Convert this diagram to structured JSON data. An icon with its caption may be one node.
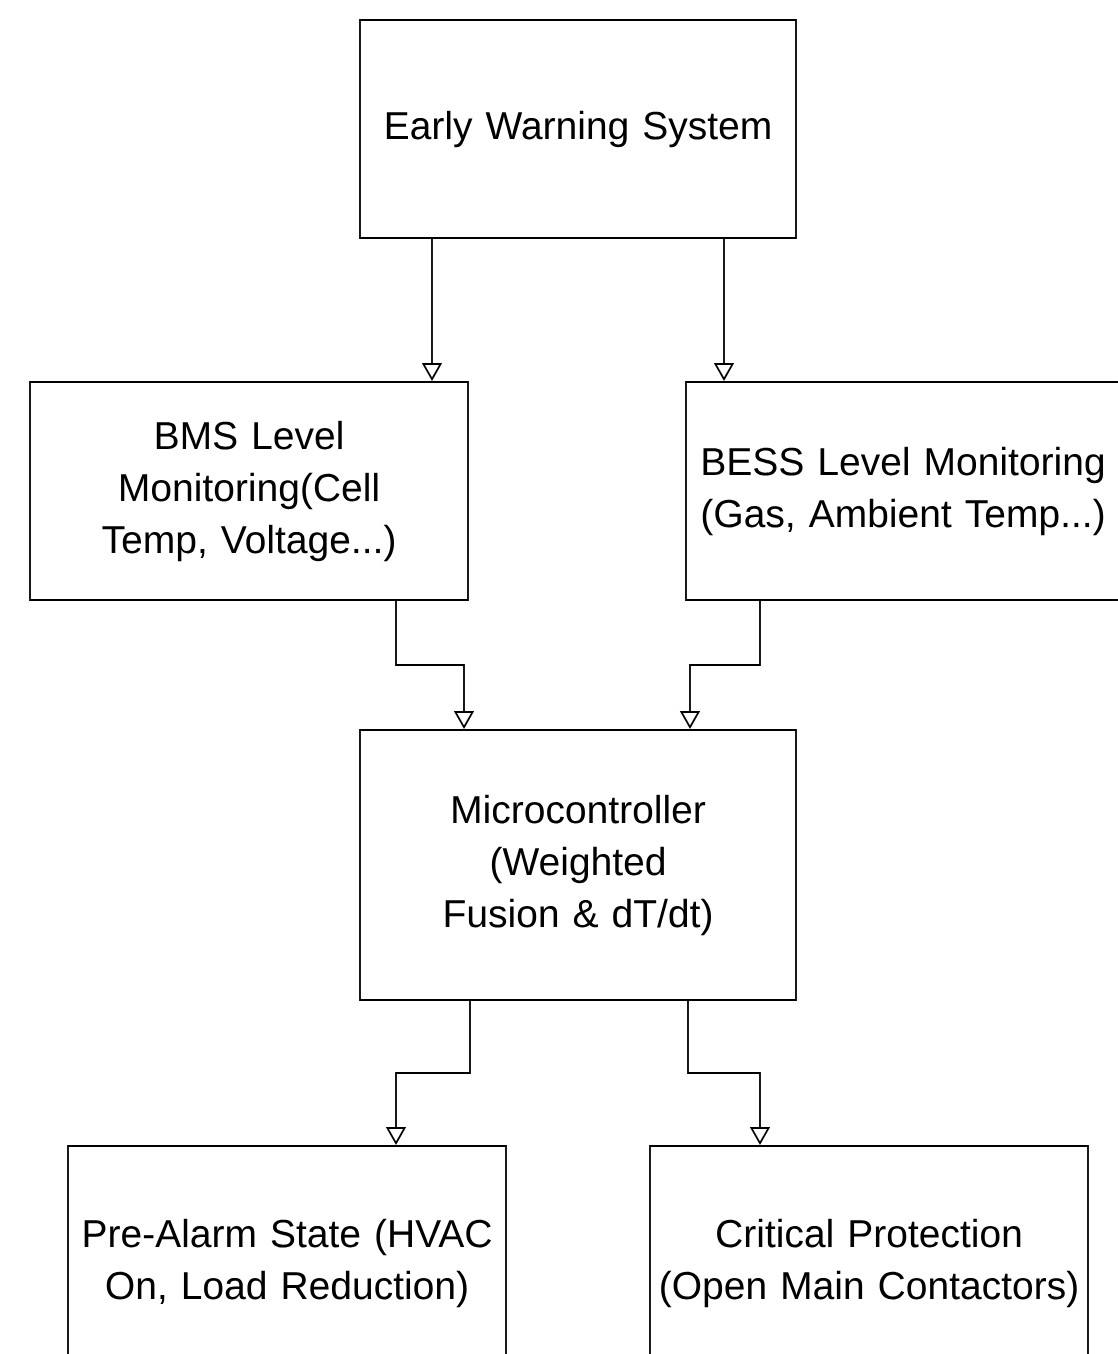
{
  "diagram": {
    "nodes": [
      {
        "text": [
          "Early Warning System"
        ]
      },
      {
        "text": [
          "BMS Level Monitoring(Cell Temp, Voltage...)"
        ]
      },
      {
        "text": [
          "BESS Level Monitoring (Gas, Ambient Temp...)"
        ]
      },
      {
        "text": [
          "Microcontroller (Weighted Fusion & dT/dt)"
        ]
      },
      {
        "text": [
          "Pre-Alarm State (HVAC On, Load Reduction)"
        ]
      },
      {
        "text": [
          "Critical Protection (Open Main Contactors)"
        ]
      }
    ],
    "edges": [
      {
        "from": 0,
        "to": 1,
        "arrow": "to"
      },
      {
        "from": 0,
        "to": 2,
        "arrow": "to"
      },
      {
        "from": 1,
        "to": 3,
        "arrow": "to"
      },
      {
        "from": 2,
        "to": 3,
        "arrow": "to"
      },
      {
        "from": 3,
        "to": 4,
        "arrow": "to"
      },
      {
        "from": 3,
        "to": 5,
        "arrow": "to"
      }
    ]
  }
}
